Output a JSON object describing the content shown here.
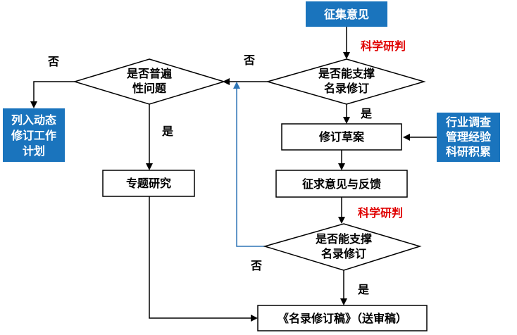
{
  "colors": {
    "blue_fill": "#1a74bd",
    "blue_line": "#2e75b6",
    "red_text": "#e00000",
    "line": "#000000"
  },
  "nodes": {
    "collect": {
      "label": "征集意见"
    },
    "judge1": {
      "line1": "是否能支撑",
      "line2": "名录修订"
    },
    "general": {
      "line1": "是否普遍",
      "line2": "性问题"
    },
    "dynamic": {
      "line1": "列入动态",
      "line2": "修订工作",
      "line3": "计划"
    },
    "draft": {
      "label": "修订草案"
    },
    "industry": {
      "line1": "行业调查",
      "line2": "管理经验",
      "line3": "科研积累"
    },
    "topic": {
      "label": "专题研究"
    },
    "feedback": {
      "label": "征求意见与反馈"
    },
    "judge2": {
      "line1": "是否能支撑",
      "line2": "名录修订"
    },
    "final": {
      "label": "《名录修订稿》（送审稿）"
    }
  },
  "edge_labels": {
    "sci1": "科学研判",
    "sci2": "科学研判",
    "no_left": "否",
    "no_mid": "否",
    "no_bottom": "否",
    "yes_draft": "是",
    "yes_topic": "是",
    "yes_final": "是"
  }
}
